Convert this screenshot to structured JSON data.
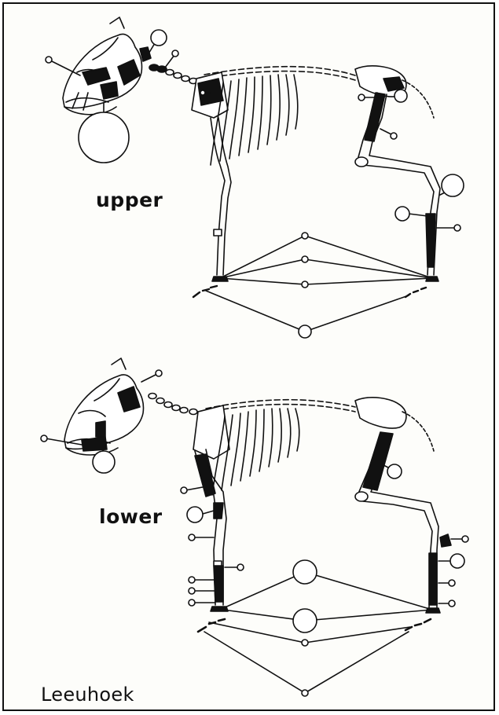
{
  "figure": {
    "panels": [
      {
        "label": "upper"
      },
      {
        "label": "lower"
      }
    ],
    "site_label": "Leeuhoek"
  },
  "colors": {
    "ink": "#111111",
    "background": "#fdfdfa",
    "bone_fill": "#ffffff",
    "highlighted_bone": "#111111"
  }
}
